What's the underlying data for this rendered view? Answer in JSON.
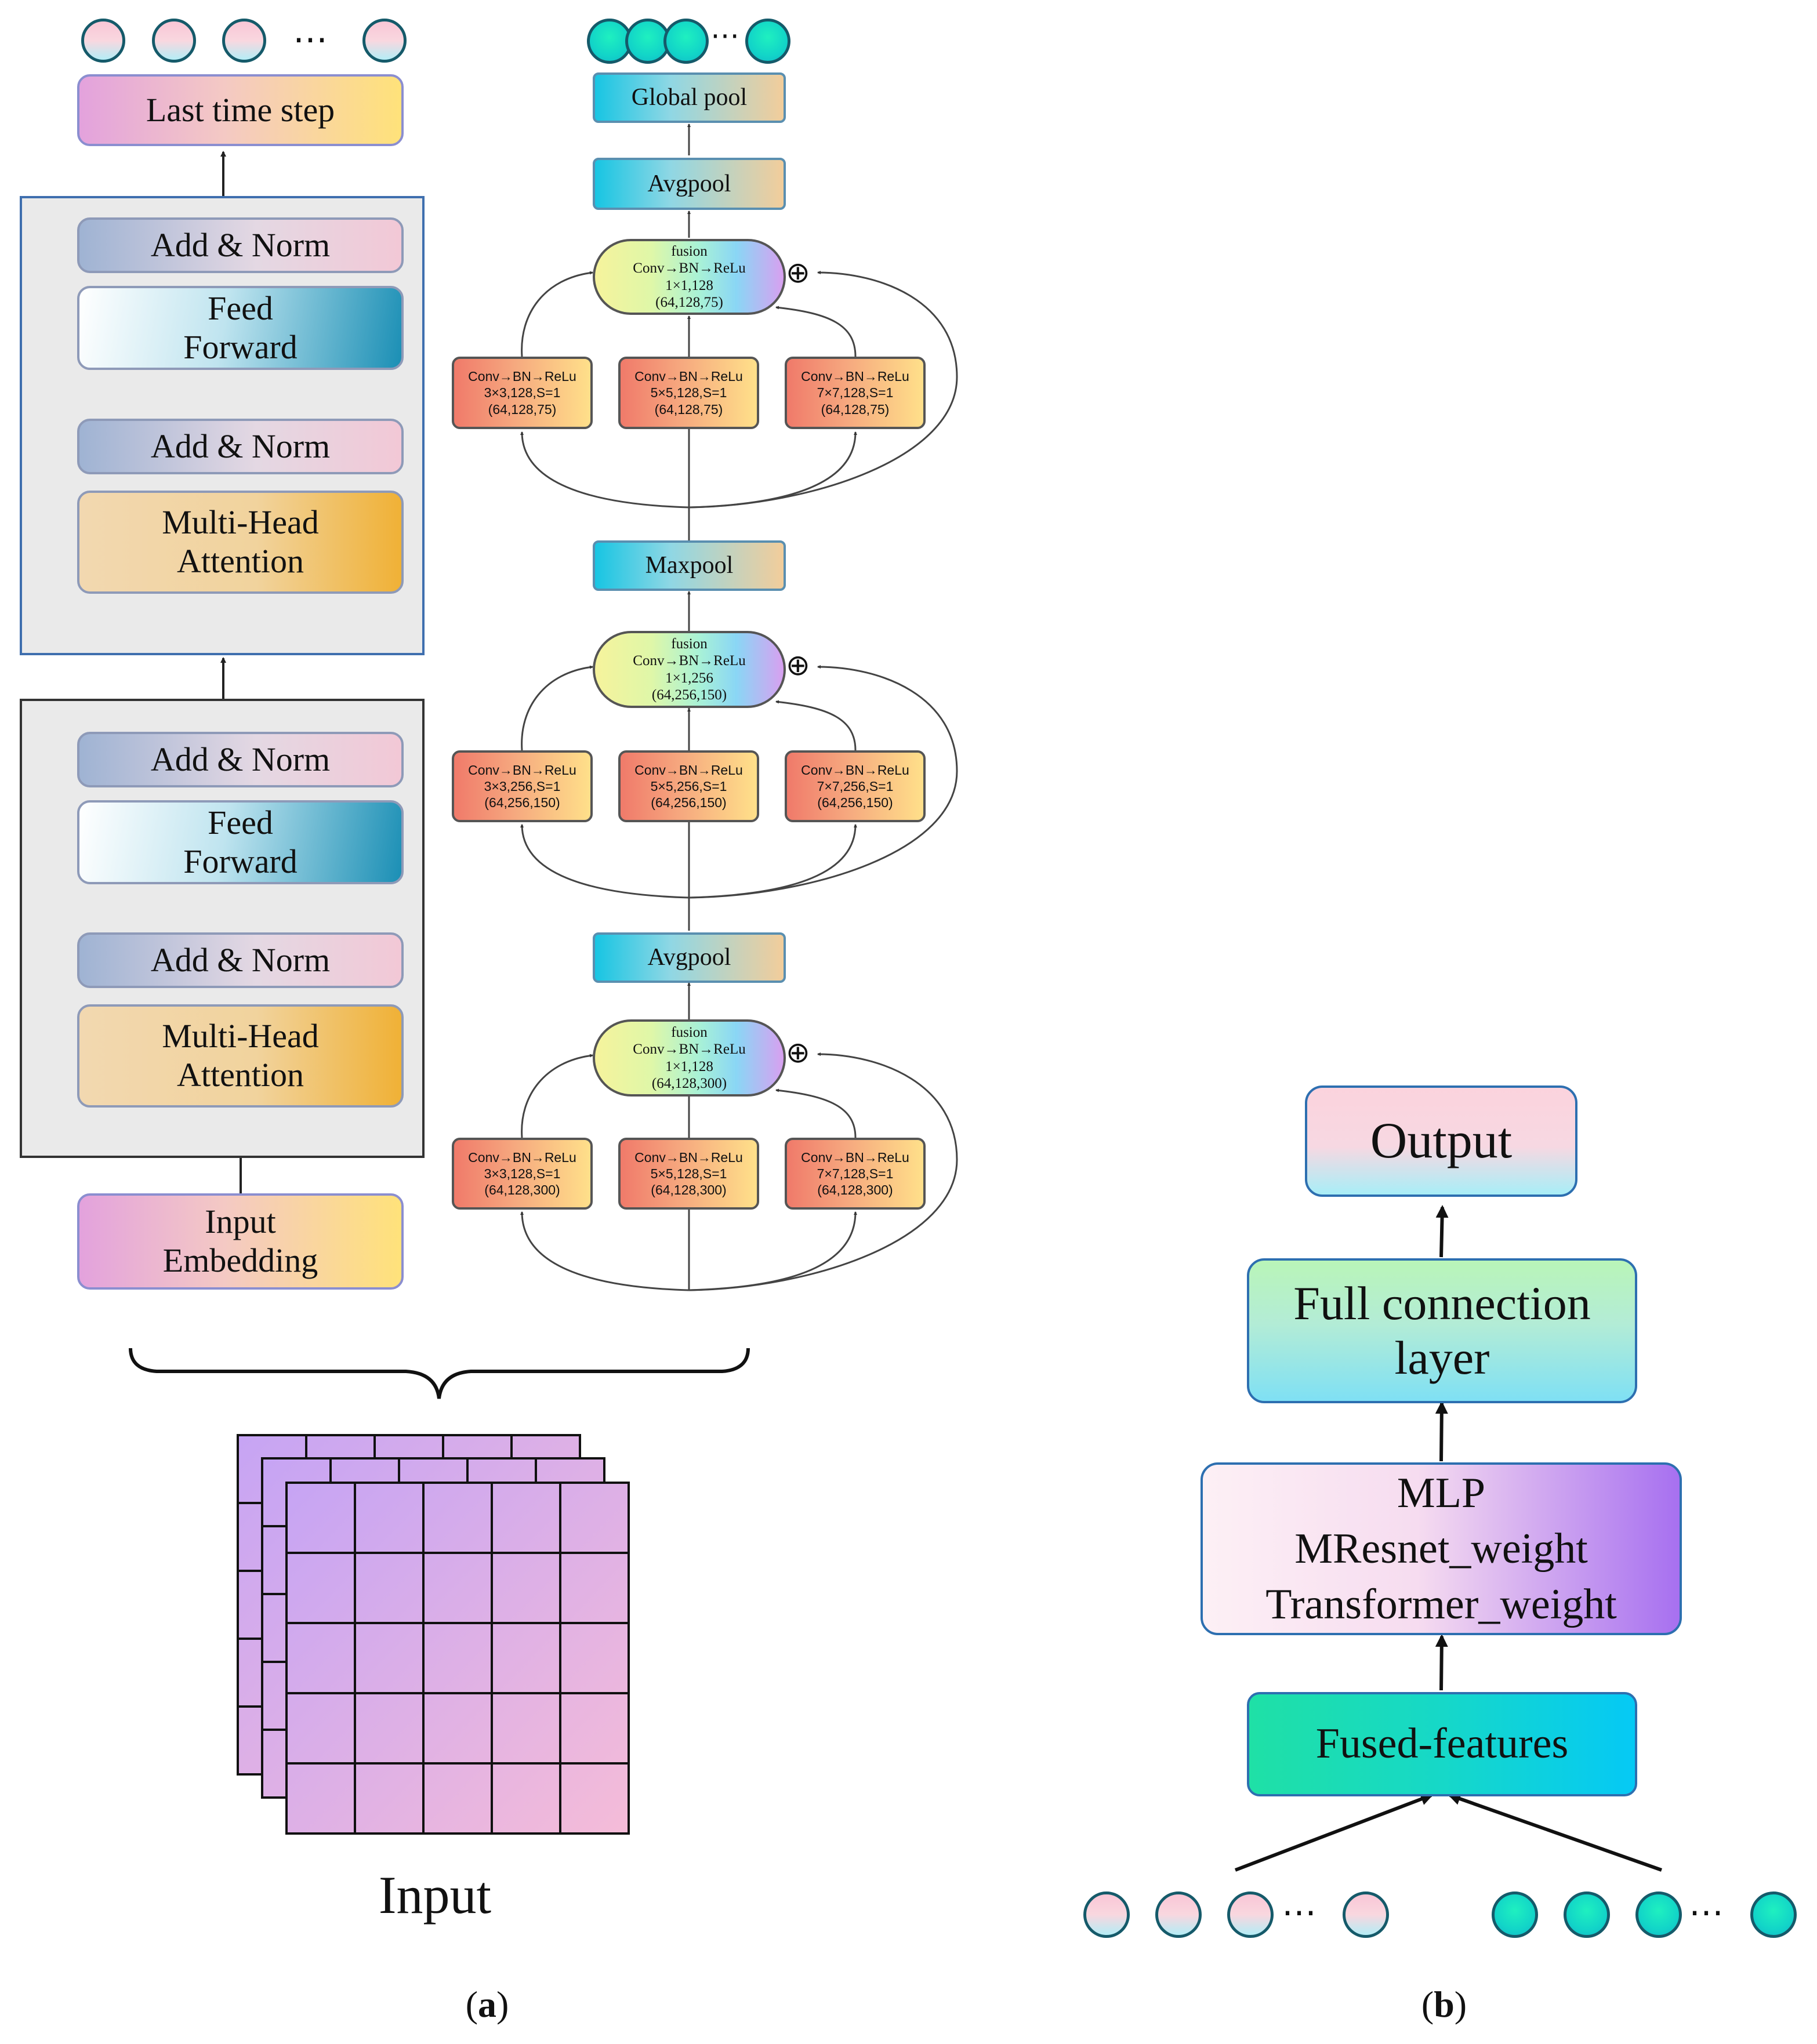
{
  "transformer": {
    "last_time_step": "Last time step",
    "add_norm": "Add & Norm",
    "feed": "Feed",
    "forward": "Forward",
    "multi_head": "Multi-Head",
    "attention": "Attention",
    "input_l1": "Input",
    "input_l2": "Embedding"
  },
  "mresnet": {
    "global_pool": "Global pool",
    "avgpool": "Avgpool",
    "maxpool": "Maxpool",
    "fusion_word": "fusion",
    "conv_chain": "Conv→BN→ReLu",
    "fusion1_dims": "1×1,128",
    "fusion1_shape": "(64,128,75)",
    "fusion2_dims": "1×1,256",
    "fusion2_shape": "(64,256,150)",
    "fusion3_dims": "1×1,128",
    "fusion3_shape": "(64,128,300)",
    "block1": [
      {
        "kernel": "3×3,128,S=1",
        "shape": "(64,128,75)"
      },
      {
        "kernel": "5×5,128,S=1",
        "shape": "(64,128,75)"
      },
      {
        "kernel": "7×7,128,S=1",
        "shape": "(64,128,75)"
      }
    ],
    "block2": [
      {
        "kernel": "3×3,256,S=1",
        "shape": "(64,256,150)"
      },
      {
        "kernel": "5×5,256,S=1",
        "shape": "(64,256,150)"
      },
      {
        "kernel": "7×7,256,S=1",
        "shape": "(64,256,150)"
      }
    ],
    "block3": [
      {
        "kernel": "3×3,128,S=1",
        "shape": "(64,128,300)"
      },
      {
        "kernel": "5×5,128,S=1",
        "shape": "(64,128,300)"
      },
      {
        "kernel": "7×7,128,S=1",
        "shape": "(64,128,300)"
      }
    ],
    "oplus": "⊕"
  },
  "input_label": "Input",
  "ellipsis": "⋯",
  "panel_b": {
    "output": "Output",
    "fc_l1": "Full connection",
    "fc_l2": "layer",
    "mlp_l1": "MLP",
    "mlp_l2": "MResnet_weight",
    "mlp_l3": "Transformer_weight",
    "fused": "Fused-features"
  },
  "captions": {
    "a_open": "(",
    "a_letter": "a",
    "a_close": ")",
    "b_open": "(",
    "b_letter": "b",
    "b_close": ")"
  }
}
